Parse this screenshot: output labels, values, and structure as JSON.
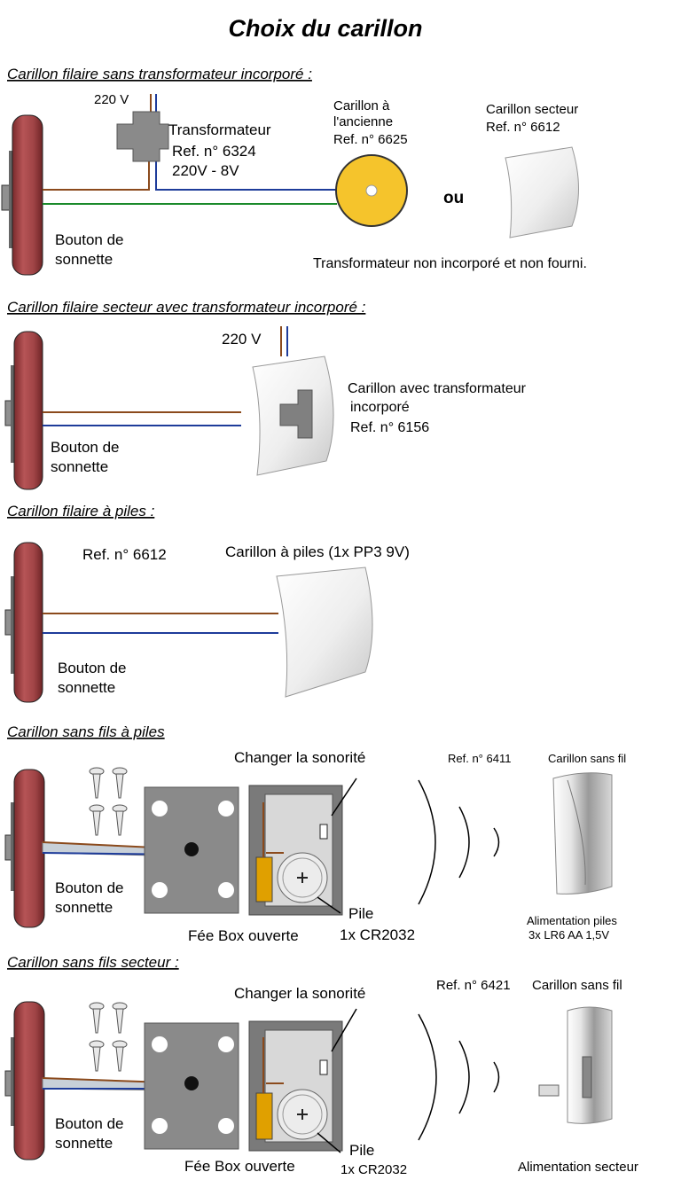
{
  "title": "Choix du carillon",
  "colors": {
    "button_body": "#a84a4c",
    "button_dark": "#7a2a2c",
    "wire_brown": "#8b4a1c",
    "wire_blue": "#1e3c9a",
    "wire_green": "#1a8a2a",
    "old_chime": "#f5c42c",
    "grey_box": "#8a8a8a",
    "battery": "#e0a000"
  },
  "sections": [
    {
      "heading": "Carillon filaire sans transformateur incorporé :",
      "button_label_1": "Bouton de",
      "button_label_2": "sonnette",
      "voltage": "220 V",
      "transformer_1": "Transformateur",
      "transformer_2": "Ref. n° 6324",
      "transformer_3": "220V - 8V",
      "old_chime_1": "Carillon à",
      "old_chime_2": "l'ancienne",
      "old_chime_3": "Ref. n° 6625",
      "or": "ou",
      "mains_chime_1": "Carillon secteur",
      "mains_chime_2": "Ref. n° 6612",
      "note": "Transformateur non incorporé et non fourni."
    },
    {
      "heading": "Carillon filaire secteur avec transformateur incorporé :",
      "button_label_1": "Bouton de",
      "button_label_2": "sonnette",
      "voltage": "220 V",
      "chime_1": "Carillon avec transformateur",
      "chime_2": "incorporé",
      "chime_3": "Ref. n° 6156"
    },
    {
      "heading": "Carillon filaire à piles :",
      "button_label_1": "Bouton de",
      "button_label_2": "sonnette",
      "ref": "Ref. n° 6612",
      "chime": "Carillon à piles (1x PP3 9V)"
    },
    {
      "heading": "Carillon sans fils à piles",
      "button_label_1": "Bouton de",
      "button_label_2": "sonnette",
      "change_sound": "Changer la sonorité",
      "box": "Fée Box ouverte",
      "pile_1": "Pile",
      "pile_2": "1x CR2032",
      "ref": "Ref. n° 6411",
      "chime": "Carillon sans fil",
      "power_1": "Alimentation piles",
      "power_2": "3x LR6 AA 1,5V"
    },
    {
      "heading": "Carillon sans fils secteur :",
      "button_label_1": "Bouton de",
      "button_label_2": "sonnette",
      "change_sound": "Changer la sonorité",
      "box": "Fée Box ouverte",
      "pile_1": "Pile",
      "pile_2": "1x CR2032",
      "ref": "Ref. n° 6421",
      "chime": "Carillon sans fil",
      "power": "Alimentation secteur"
    }
  ]
}
